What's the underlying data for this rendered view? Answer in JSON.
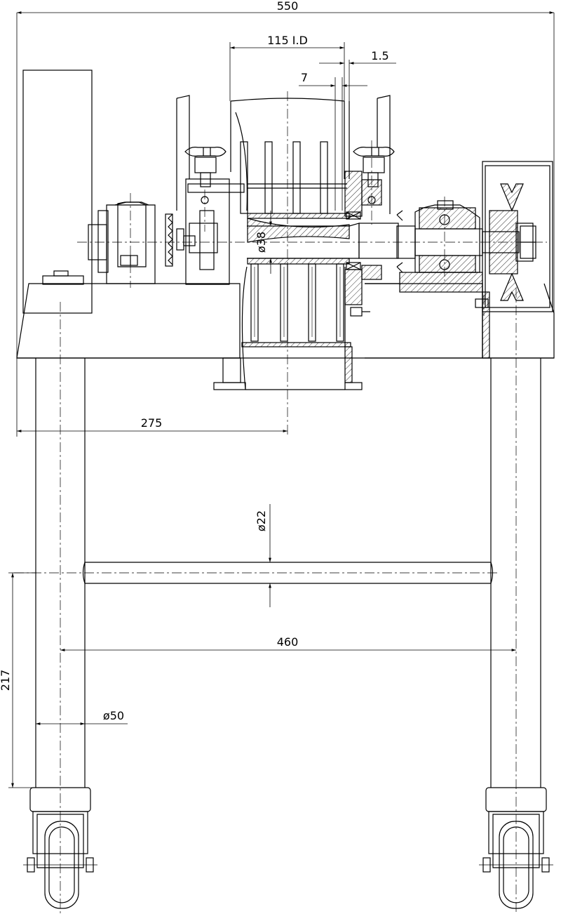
{
  "dimensions": {
    "overall_width": "550",
    "inner_diameter": "115 I.D",
    "gap": "1.5",
    "blade_width": "7",
    "shaft_diameter": "ø38",
    "center_offset": "275",
    "bar_diameter": "ø22",
    "leg_spacing": "460",
    "bar_height": "217",
    "leg_diameter": "ø50"
  },
  "colors": {
    "line": "#000000",
    "background": "#ffffff"
  }
}
